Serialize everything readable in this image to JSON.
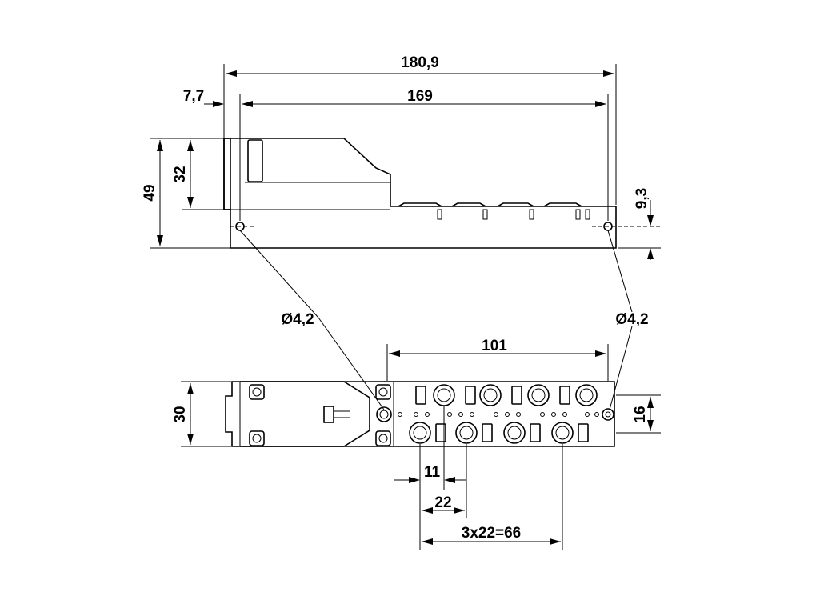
{
  "dimensions": {
    "overall_length": "180,9",
    "hole_pitch": "169",
    "left_offset": "7,7",
    "height_total": "49",
    "height_upper": "32",
    "hole_height": "9,3",
    "hole_diameter_left": "Ø4,2",
    "hole_diameter_right": "Ø4,2",
    "connector_span": "101",
    "width": "30",
    "row_offset": "16",
    "offset_11": "11",
    "pitch_22": "22",
    "pitch_total": "3x22=66"
  }
}
